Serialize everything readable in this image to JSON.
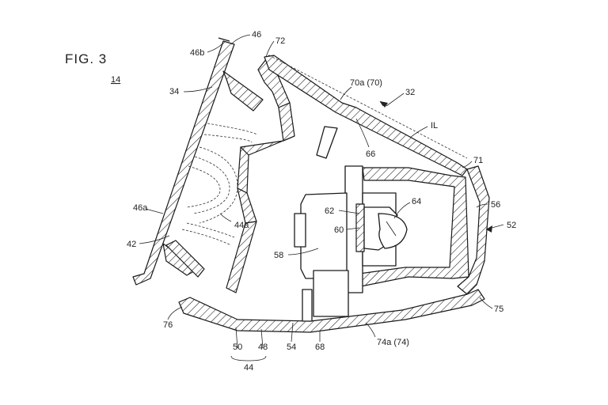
{
  "figure_title": "FIG. 3",
  "figure_ref": "14",
  "labels": {
    "l46": "46",
    "l46b": "46b",
    "l72": "72",
    "l34": "34",
    "l70a": "70a (70)",
    "l32": "32",
    "l66": "66",
    "lIL": "IL",
    "l71": "71",
    "l64": "64",
    "l62": "62",
    "l56": "56",
    "l46a": "46a",
    "l44a": "44a",
    "l60": "60",
    "l52": "52",
    "l42": "42",
    "l58": "58",
    "l75": "75",
    "l76": "76",
    "l74a": "74a (74)",
    "l50": "50",
    "l48": "48",
    "l54": "54",
    "l68": "68",
    "l44": "44"
  }
}
